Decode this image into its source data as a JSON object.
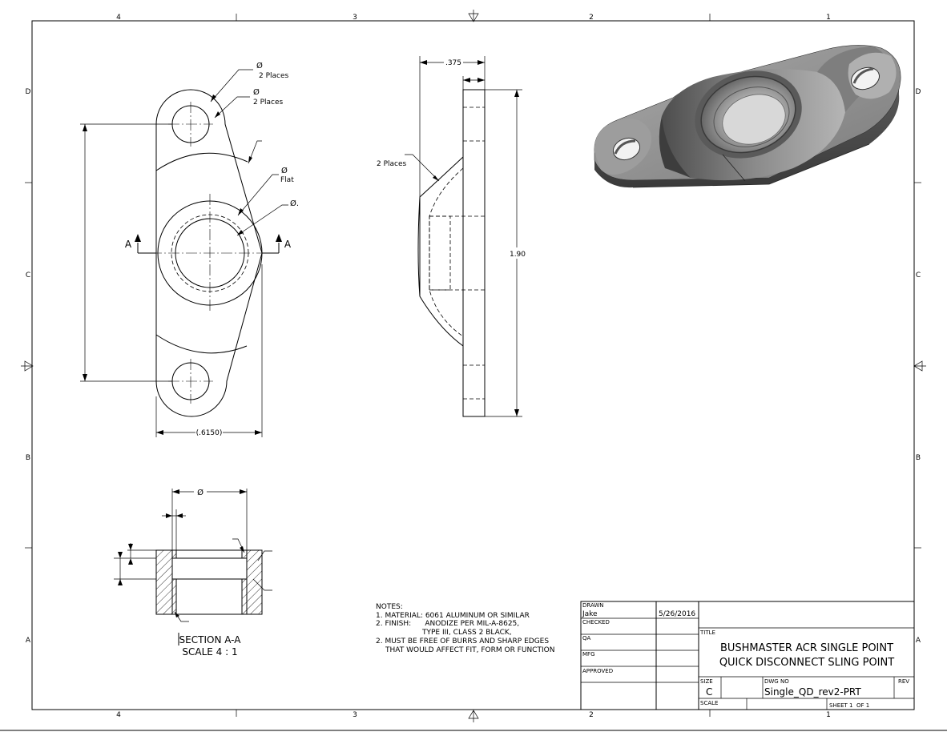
{
  "border": {
    "col_labels_top": [
      "4",
      "3",
      "2",
      "1"
    ],
    "col_labels_bottom": [
      "4",
      "3",
      "2",
      "1"
    ],
    "row_labels_left": [
      "D",
      "C",
      "B",
      "A"
    ],
    "row_labels_right": [
      "D",
      "C",
      "B",
      "A"
    ]
  },
  "top_view": {
    "callout_1_symbol": "Ø",
    "callout_1_note": "2 Places",
    "callout_2_symbol": "Ø",
    "callout_2_note": "2 Places",
    "callout_flat_symbol": "Ø",
    "callout_flat_note": "Flat",
    "callout_bore_symbol": "Ø.",
    "section_marker_left": "A",
    "section_marker_right": "A",
    "width_dim": "(.6150)"
  },
  "side_view": {
    "thickness_dim": ".375",
    "height_dim": "1.90",
    "fillet_note": "2 Places"
  },
  "section": {
    "bore_dim": "Ø",
    "title": "SECTION A-A",
    "scale": "SCALE 4 : 1"
  },
  "notes": {
    "heading": "NOTES:",
    "line1": "1. MATERIAL: 6061 ALUMINUM OR SIMILAR",
    "line2a": "2. FINISH:      ANODIZE PER MIL-A-8625,",
    "line2b": "TYPE III, CLASS 2 BLACK,",
    "line3a": "2. MUST BE FREE OF BURRS AND SHARP EDGES",
    "line3b": "THAT WOULD AFFECT FIT, FORM OR FUNCTION"
  },
  "title_block": {
    "drawn_label": "DRAWN",
    "drawn_by": "Jake",
    "drawn_date": "5/26/2016",
    "checked_label": "CHECKED",
    "qa_label": "QA",
    "mfg_label": "MFG",
    "approved_label": "APPROVED",
    "title_label": "TITLE",
    "title_line1": "BUSHMASTER ACR SINGLE POINT",
    "title_line2": "QUICK DISCONNECT SLING POINT",
    "size_label": "SIZE",
    "size_value": "C",
    "dwg_no_label": "DWG NO",
    "dwg_no_value": "Single_QD_rev2-PRT",
    "rev_label": "REV",
    "scale_label": "SCALE",
    "sheet_text": "SHEET 1  OF 1"
  }
}
